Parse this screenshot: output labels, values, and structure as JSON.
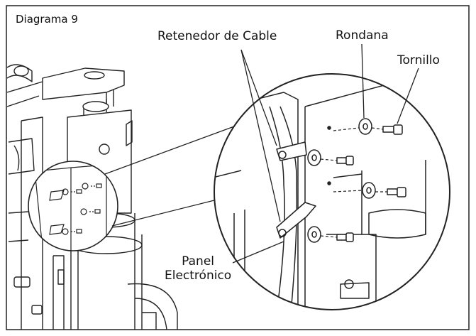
{
  "diagram": {
    "title": "Diagrama 9",
    "labels": {
      "cable_retainer": "Retenedor de Cable",
      "washer": "Rondana",
      "screw": "Tornillo",
      "panel_line1": "Panel",
      "panel_line2": "Electrónico"
    }
  }
}
